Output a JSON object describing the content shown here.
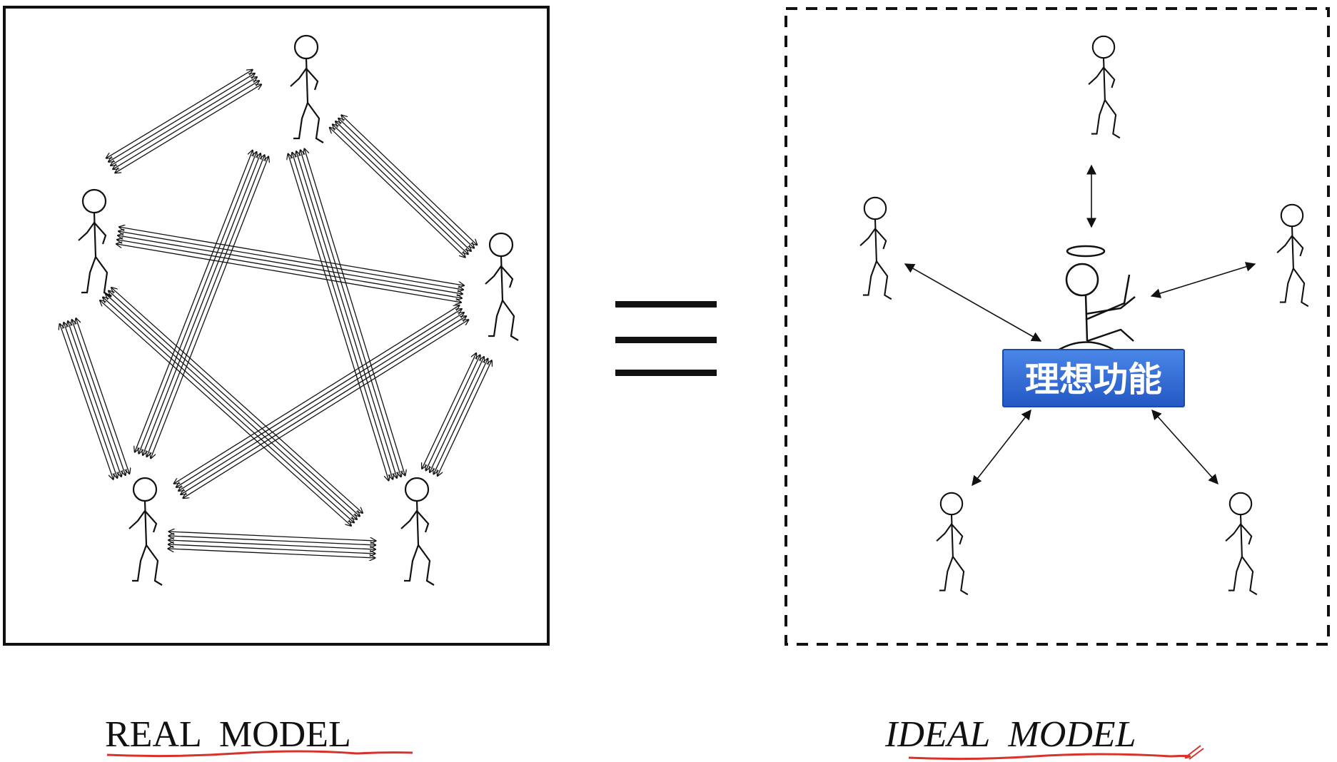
{
  "left_panel": {
    "caption": "REAL  MODEL",
    "people_count": 5,
    "border_style": "solid"
  },
  "equivalence_sign": "≡",
  "right_panel": {
    "caption": "IDEAL  MODEL",
    "center_label": "理想功能",
    "outer_people_count": 5,
    "border_style": "dashed"
  },
  "colors": {
    "ink": "#111111",
    "badge_fill": "#2f6bd6",
    "badge_border": "#1a4aa8",
    "underline": "#d6332a"
  }
}
